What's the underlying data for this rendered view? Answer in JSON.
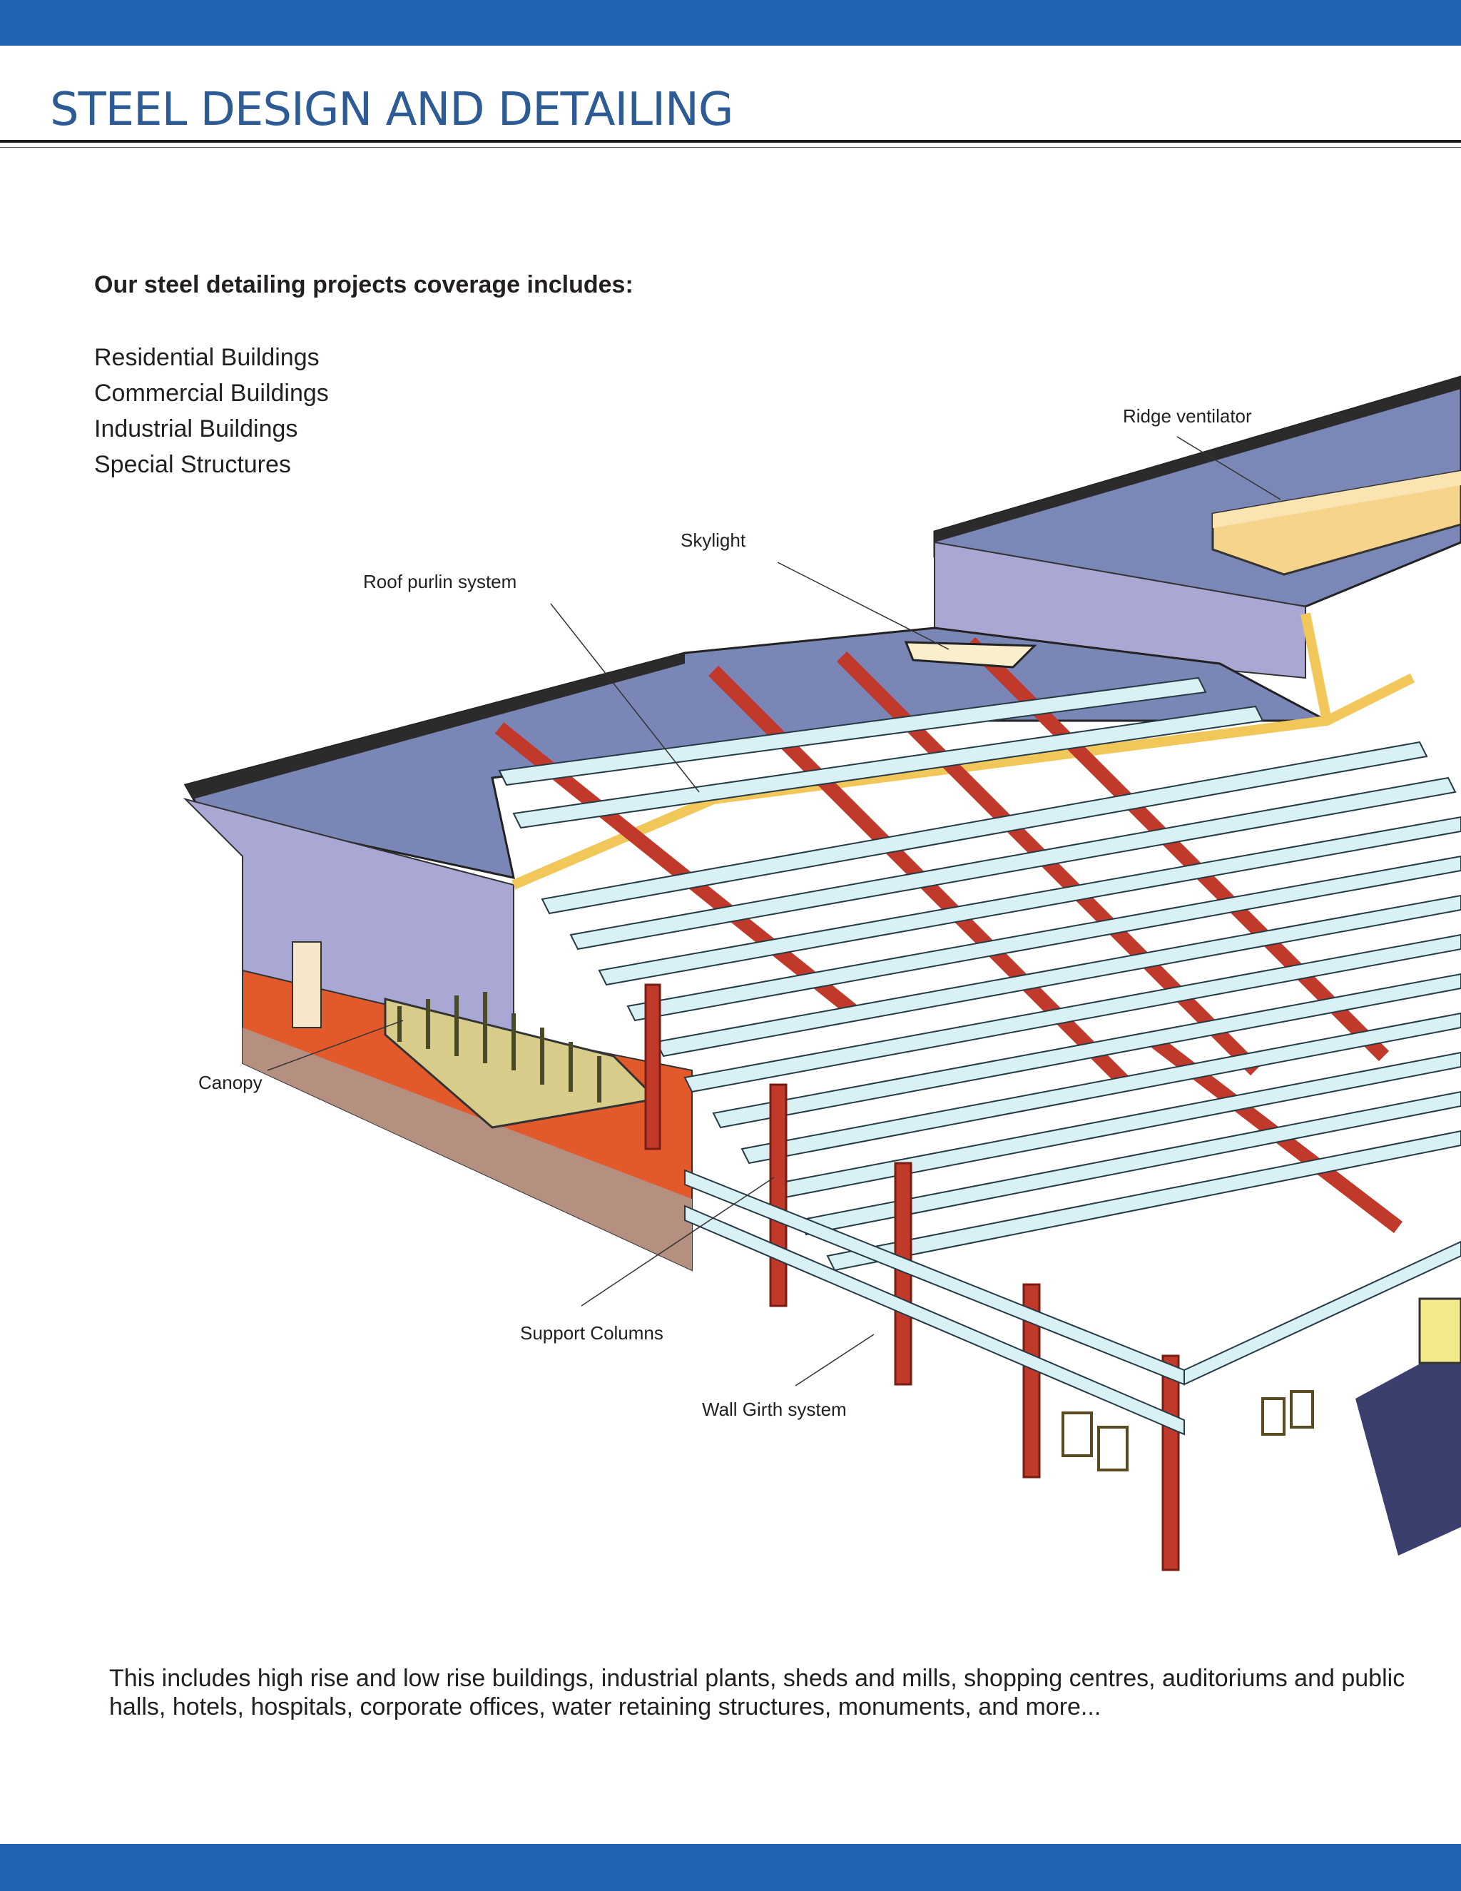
{
  "header": {
    "title": "STEEL DESIGN AND DETAILING",
    "band_color": "#1f64b1",
    "title_color": "#2d5b95"
  },
  "intro": {
    "heading": "Our steel detailing projects coverage includes:",
    "items": [
      "Residential Buildings",
      "Commercial Buildings",
      "Industrial Buildings",
      "Special Structures"
    ]
  },
  "illustration": {
    "callouts": {
      "ridge_ventilator": "Ridge ventilator",
      "skylight": "Skylight",
      "roof_purlin_system": "Roof purlin system",
      "canopy": "Canopy",
      "support_columns": "Support Columns",
      "wall_girth_system": "Wall Girth system"
    },
    "colors": {
      "roof_sheeting": "#7a86b6",
      "wall_cladding": "#a9a8d4",
      "rafters": "#c0392b",
      "purlins": "#d9f0f4",
      "eave_trim": "#f1c75a",
      "brick_base": "#e2592c"
    }
  },
  "footer": {
    "text": "This includes high rise and low rise buildings, industrial plants, sheds and mills, shopping centres, auditoriums and public halls, hotels, hospitals, corporate offices, water retaining structures, monuments, and more..."
  }
}
